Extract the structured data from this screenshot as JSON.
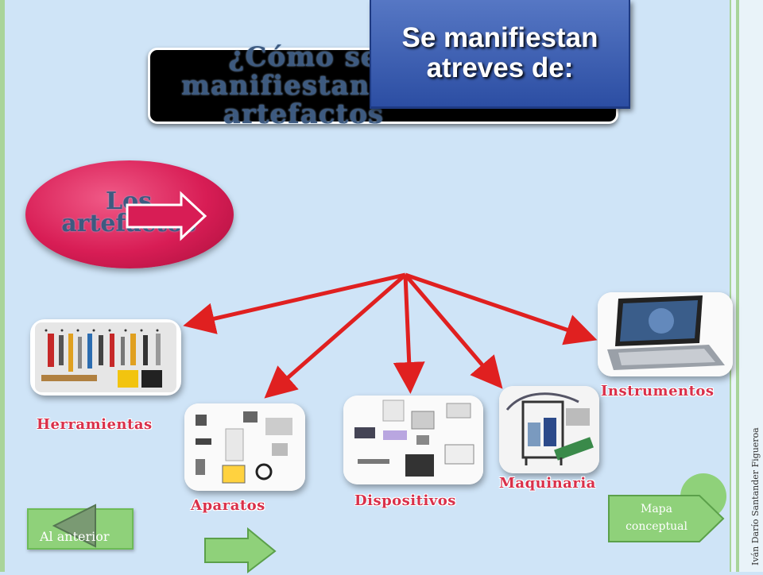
{
  "slide": {
    "title": "¿Cómo se manifiestan los artefactos",
    "callout": "Se manifiestan atreves de:",
    "oval_text": "Los artefactos",
    "credit": "Iván Darío Santander Figueroa"
  },
  "categories": [
    {
      "label": "Herramientas",
      "image": "tools-icon"
    },
    {
      "label": "Aparatos",
      "image": "appliances-icon"
    },
    {
      "label": "Dispositivos",
      "image": "devices-icon"
    },
    {
      "label": "Maquinaria",
      "image": "machinery-icon"
    },
    {
      "label": "Instrumentos",
      "image": "laptop-icon"
    }
  ],
  "nav": {
    "prev_label": "Al anterior",
    "map_label": "Mapa conceptual"
  },
  "colors": {
    "background": "#cfe4f7",
    "arrows": "#e02020",
    "label": "#d9304a",
    "callout": "#3c5eb3",
    "oval": "#d81d55",
    "nav_green": "#8fd17a"
  }
}
